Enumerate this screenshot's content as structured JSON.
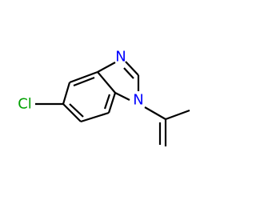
{
  "molecule": {
    "atoms": {
      "chlorine": "Cl",
      "n_imine": "N",
      "n_substituted": "N"
    },
    "colors": {
      "chlorine": "#00A000",
      "nitrogen": "#0000FF",
      "bond": "#000000",
      "background": "#FFFFFF"
    }
  }
}
